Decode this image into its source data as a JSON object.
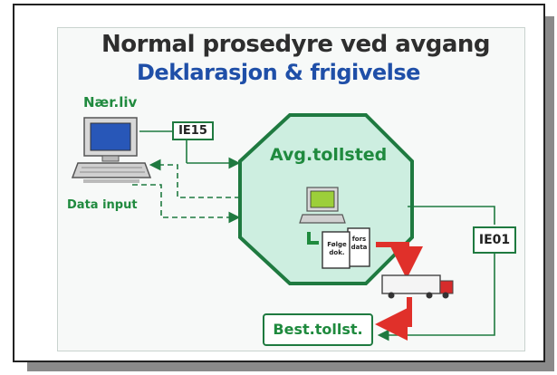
{
  "title": "Normal prosedyre  ved avgang",
  "subtitle": "Deklarasjon & frigivelse",
  "nodes": {
    "naer_liv": "Nær.liv",
    "data_input": "Data input",
    "ie15": "IE15",
    "avg_tollsted": "Avg.tollsted",
    "ie01": "IE01",
    "best_tollst": "Best.tollst.",
    "doc_folge": "Følge dok.",
    "doc_fors": "fors data"
  },
  "colors": {
    "title": "#2e2e2e",
    "subtitle": "#1f4fa8",
    "green_label": "#1f8a3e",
    "octagon_fill": "#cdeee0",
    "octagon_border": "#1f7a40",
    "red_arrow": "#e0302a",
    "connector": "#1f7a40"
  },
  "icons": [
    "computer-icon",
    "truck-icon",
    "document-icon"
  ]
}
